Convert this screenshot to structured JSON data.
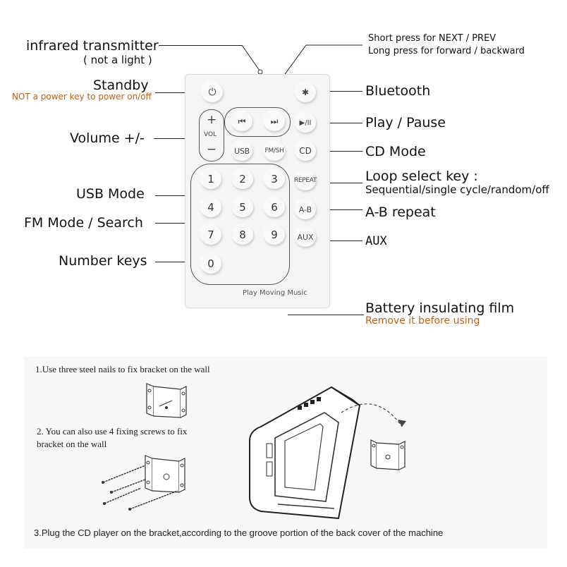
{
  "labels": {
    "ir_title": "infrared transmitter",
    "ir_sub": "( not a light )",
    "standby": "Standby",
    "standby_note": "NOT a power key to power on/off",
    "volume": "Volume +/-",
    "usb_mode": "USB Mode",
    "fm_mode": "FM Mode / Search",
    "number_keys": "Number keys",
    "next_prev_1": "Short press for NEXT / PREV",
    "next_prev_2": "Long press for forward / backward",
    "bluetooth": "Bluetooth",
    "play_pause": "Play / Pause",
    "cd_mode": "CD Mode",
    "loop_1": "Loop select key :",
    "loop_2": "Sequential/single cycle/random/off",
    "ab_repeat": "A-B repeat",
    "aux": "AUX",
    "battery": "Battery insulating film",
    "battery_note": "Remove it before using"
  },
  "remote": {
    "vol_plus": "+",
    "vol_label": "VOL",
    "vol_minus": "−",
    "prev": "⏮",
    "next": "⏭",
    "play_pause": "▶/II",
    "usb": "USB",
    "fm": "FM/SH",
    "cd": "CD",
    "repeat": "REPEAT",
    "ab": "A-B",
    "aux": "AUX",
    "power": "⏻",
    "bt": "✱",
    "numbers": [
      "1",
      "2",
      "3",
      "4",
      "5",
      "6",
      "7",
      "8",
      "9",
      "0"
    ],
    "brand": "Play Moving Music"
  },
  "instructions": {
    "step1": "1.Use three steel nails to fix bracket on the wall",
    "step2_line1": "2. You can also use 4 fixing screws to fix",
    "step2_line2": "bracket on the wall",
    "step3": "3.Plug the CD player on the bracket,according to the groove portion of the back cover of the machine"
  }
}
